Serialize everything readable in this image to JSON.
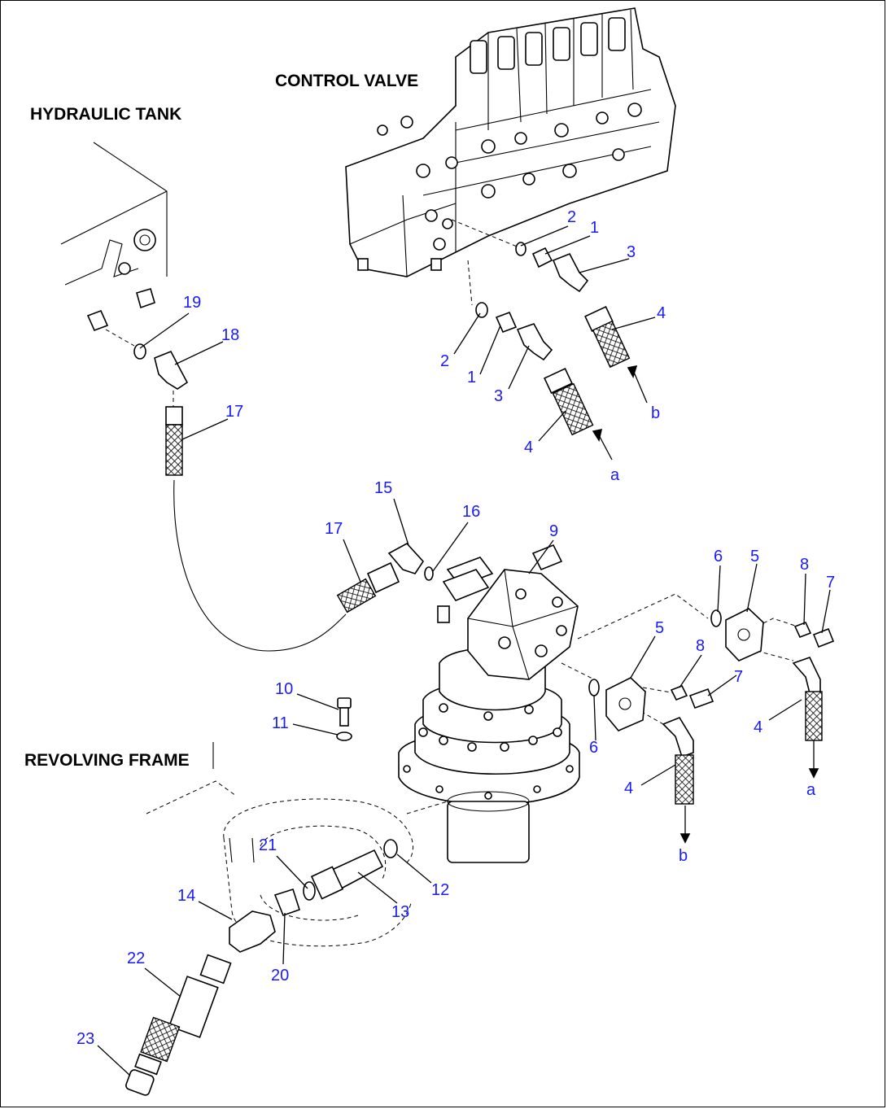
{
  "titles": {
    "control_valve": "CONTROL VALVE",
    "hydraulic_tank": "HYDRAULIC TANK",
    "revolving_frame": "REVOLVING FRAME"
  },
  "callouts": [
    {
      "id": "c2a",
      "text": "2"
    },
    {
      "id": "c1a",
      "text": "1"
    },
    {
      "id": "c3a",
      "text": "3"
    },
    {
      "id": "c4a",
      "text": "4"
    },
    {
      "id": "cb1",
      "text": "b"
    },
    {
      "id": "c2b",
      "text": "2"
    },
    {
      "id": "c1b",
      "text": "1"
    },
    {
      "id": "c3b",
      "text": "3"
    },
    {
      "id": "c4b",
      "text": "4"
    },
    {
      "id": "ca1",
      "text": "a"
    },
    {
      "id": "c19",
      "text": "19"
    },
    {
      "id": "c18",
      "text": "18"
    },
    {
      "id": "c17a",
      "text": "17"
    },
    {
      "id": "c15",
      "text": "15"
    },
    {
      "id": "c16",
      "text": "16"
    },
    {
      "id": "c17b",
      "text": "17"
    },
    {
      "id": "c9",
      "text": "9"
    },
    {
      "id": "c6a",
      "text": "6"
    },
    {
      "id": "c5a",
      "text": "5"
    },
    {
      "id": "c8a",
      "text": "8"
    },
    {
      "id": "c7a",
      "text": "7"
    },
    {
      "id": "c5b",
      "text": "5"
    },
    {
      "id": "c8b",
      "text": "8"
    },
    {
      "id": "c7b",
      "text": "7"
    },
    {
      "id": "c10",
      "text": "10"
    },
    {
      "id": "c11",
      "text": "11"
    },
    {
      "id": "c6b",
      "text": "6"
    },
    {
      "id": "c4c",
      "text": "4"
    },
    {
      "id": "ca2",
      "text": "a"
    },
    {
      "id": "c4d",
      "text": "4"
    },
    {
      "id": "cb2",
      "text": "b"
    },
    {
      "id": "c21",
      "text": "21"
    },
    {
      "id": "c12",
      "text": "12"
    },
    {
      "id": "c14",
      "text": "14"
    },
    {
      "id": "c13",
      "text": "13"
    },
    {
      "id": "c20",
      "text": "20"
    },
    {
      "id": "c22",
      "text": "22"
    },
    {
      "id": "c23",
      "text": "23"
    }
  ]
}
